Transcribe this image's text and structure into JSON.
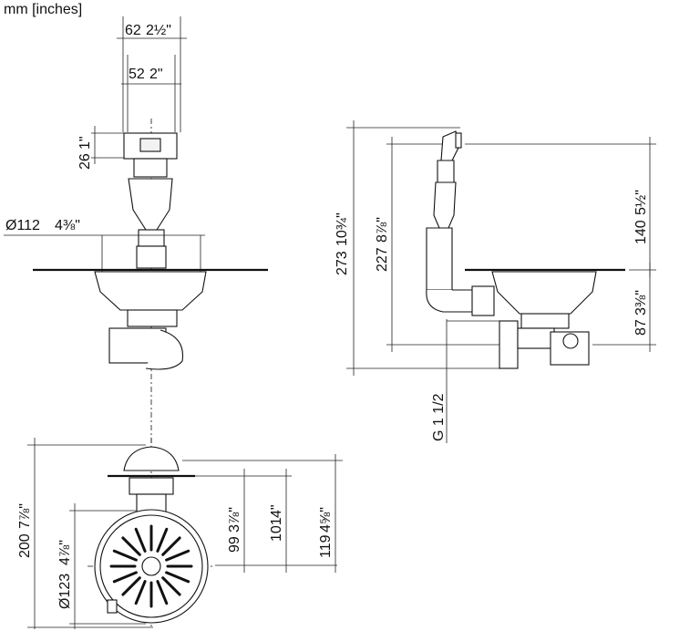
{
  "units_label": "mm [inches]",
  "front_view": {
    "dim_top_width": "62",
    "dim_top_width_in": "2½\"",
    "dim_inner_width": "52",
    "dim_inner_width_in": "2\"",
    "dim_height_small": "26",
    "dim_height_small_in": "1\"",
    "dim_diameter": "Ø112",
    "dim_diameter_in": "4⅜\""
  },
  "side_view": {
    "dim_total": "273",
    "dim_total_in": "10¾\"",
    "dim_upper": "227",
    "dim_upper_in": "8⅞\"",
    "dim_above_deck": "140",
    "dim_above_deck_in": "5½\"",
    "dim_below_deck": "87",
    "dim_below_deck_in": "3⅜\"",
    "thread_label": "G 1 1/2"
  },
  "top_view": {
    "dim_overall": "200",
    "dim_overall_in": "7⅞\"",
    "dim_basket_diameter": "Ø123",
    "dim_basket_diameter_in": "4⅞\"",
    "dim_a": "99",
    "dim_a_in": "3⅞\"",
    "dim_b": "101",
    "dim_b_in": "4\"",
    "dim_c": "119",
    "dim_c_in": "4⅝\""
  }
}
